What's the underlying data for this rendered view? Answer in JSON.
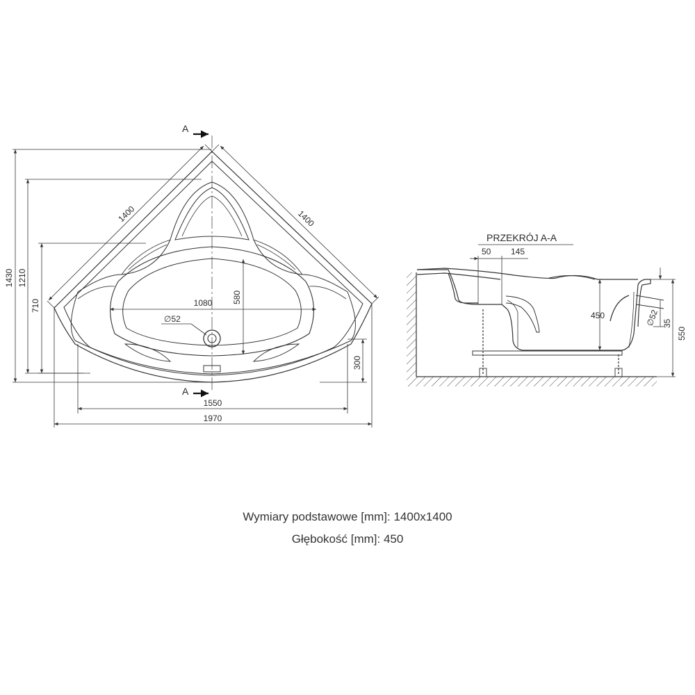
{
  "plan_view": {
    "section_label": "A",
    "dimensions": {
      "side_left": "1400",
      "side_right": "1400",
      "overall_height": "1430",
      "height_mid": "1210",
      "height_inner": "710",
      "inner_width": "1080",
      "inner_length": "580",
      "drain": "∅52",
      "front_offset": "300",
      "base_width": "1550",
      "overall_width": "1970"
    }
  },
  "section_view": {
    "title": "PRZEKRÓJ A-A",
    "dimensions": {
      "rim_50": "50",
      "rim_145": "145",
      "depth": "450",
      "overflow": "∅52",
      "overflow_height": "35",
      "total_height": "550"
    }
  },
  "specs": {
    "line1": "Wymiary podstawowe [mm]: 1400x1400",
    "line2": "Głębokość [mm]: 450"
  }
}
